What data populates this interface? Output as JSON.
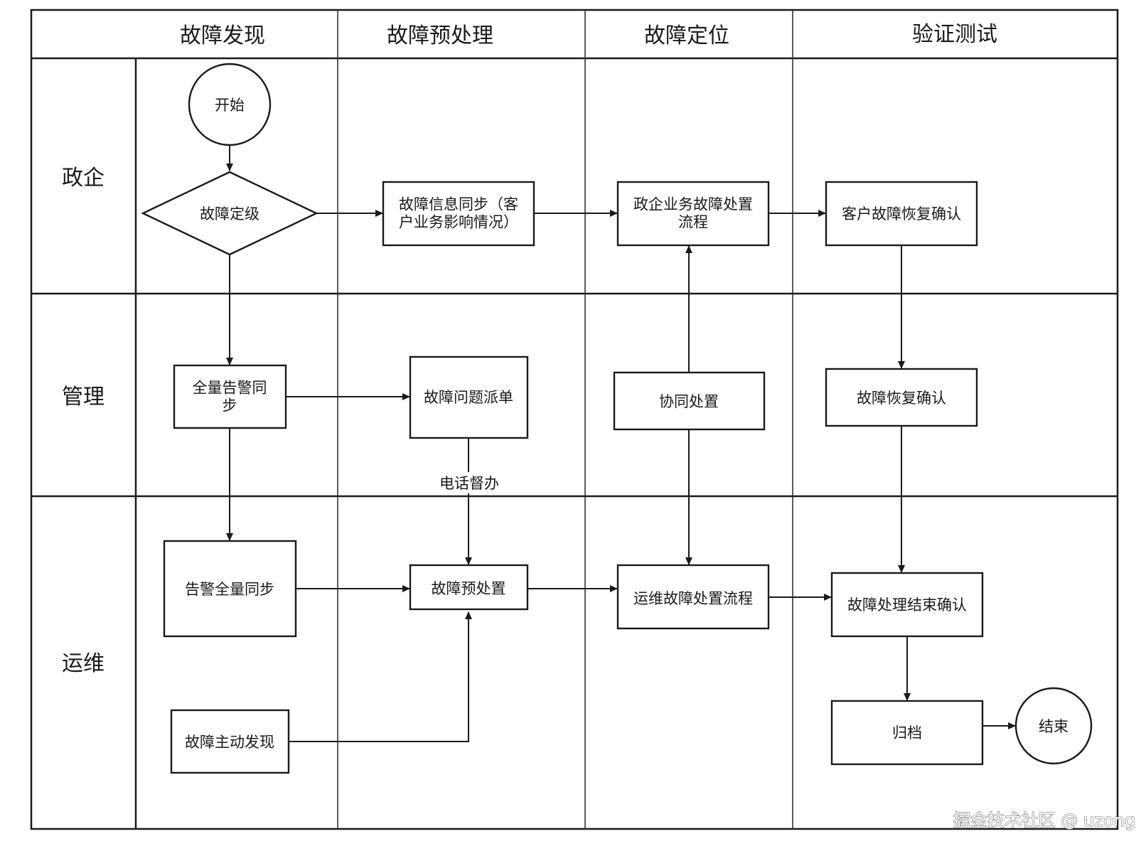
{
  "columns": [
    "故障发现",
    "故障预处理",
    "故障定位",
    "验证测试"
  ],
  "lanes": [
    "政企",
    "管理",
    "运维"
  ],
  "nodes": {
    "start": "开始",
    "grading": "故障定级",
    "info_sync": "故障信息同步（客\n户业务影响情况）",
    "gov_flow": "政企业务故障处置\n流程",
    "customer_confirm": "客户故障恢复确认",
    "alarm_sync_mgmt": "全量告警同\n步",
    "dispatch": "故障问题派单",
    "cooperate": "协同处置",
    "recovery_confirm": "故障恢复确认",
    "alarm_sync_ops": "告警全量同步",
    "pre_handle": "故障预处置",
    "ops_flow": "运维故障处置流程",
    "end_confirm": "故障处理结束确认",
    "active_discovery": "故障主动发现",
    "archive": "归档",
    "end": "结束"
  },
  "edge_labels": {
    "phone_urge": "电话督办"
  },
  "watermark": "掘金技术社区 @ uzong"
}
